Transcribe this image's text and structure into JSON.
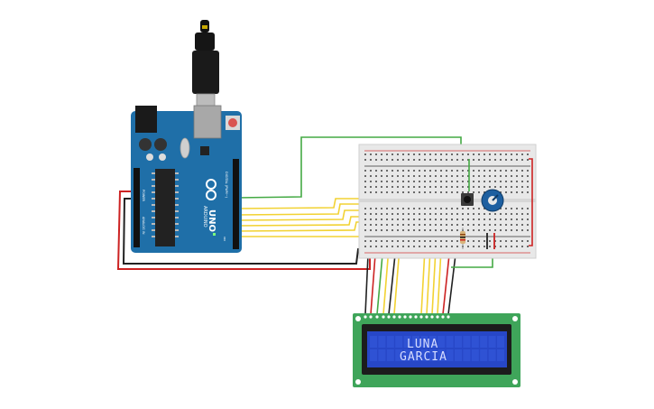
{
  "arduino": {
    "brand_text": "ARDUINO",
    "model_text": "UNO",
    "digital_header_label": "DIGITAL (PWM~)",
    "power_label": "POWER",
    "analog_label": "ANALOG IN",
    "board_color": "#1f6fa8",
    "on_led_label": "ON"
  },
  "usb_cable": {
    "icon": "usb-plug-icon"
  },
  "breadboard": {
    "color": "#e8e8e8",
    "rail_red": "#d43b3b",
    "rail_black": "#333333"
  },
  "potentiometer": {
    "icon": "potentiometer-knob-icon",
    "color": "#1d5fa0"
  },
  "pushbutton": {
    "icon": "pushbutton-icon"
  },
  "resistor": {
    "icon": "resistor-icon"
  },
  "lcd": {
    "line1": "LUNA",
    "line2": "GARCIA",
    "pcb_color": "#3fa55a",
    "screen_color": "#2747c7"
  },
  "wire_colors": {
    "yellow": "#f2d233",
    "green": "#44aa44",
    "red": "#cc2222",
    "black": "#222222"
  }
}
